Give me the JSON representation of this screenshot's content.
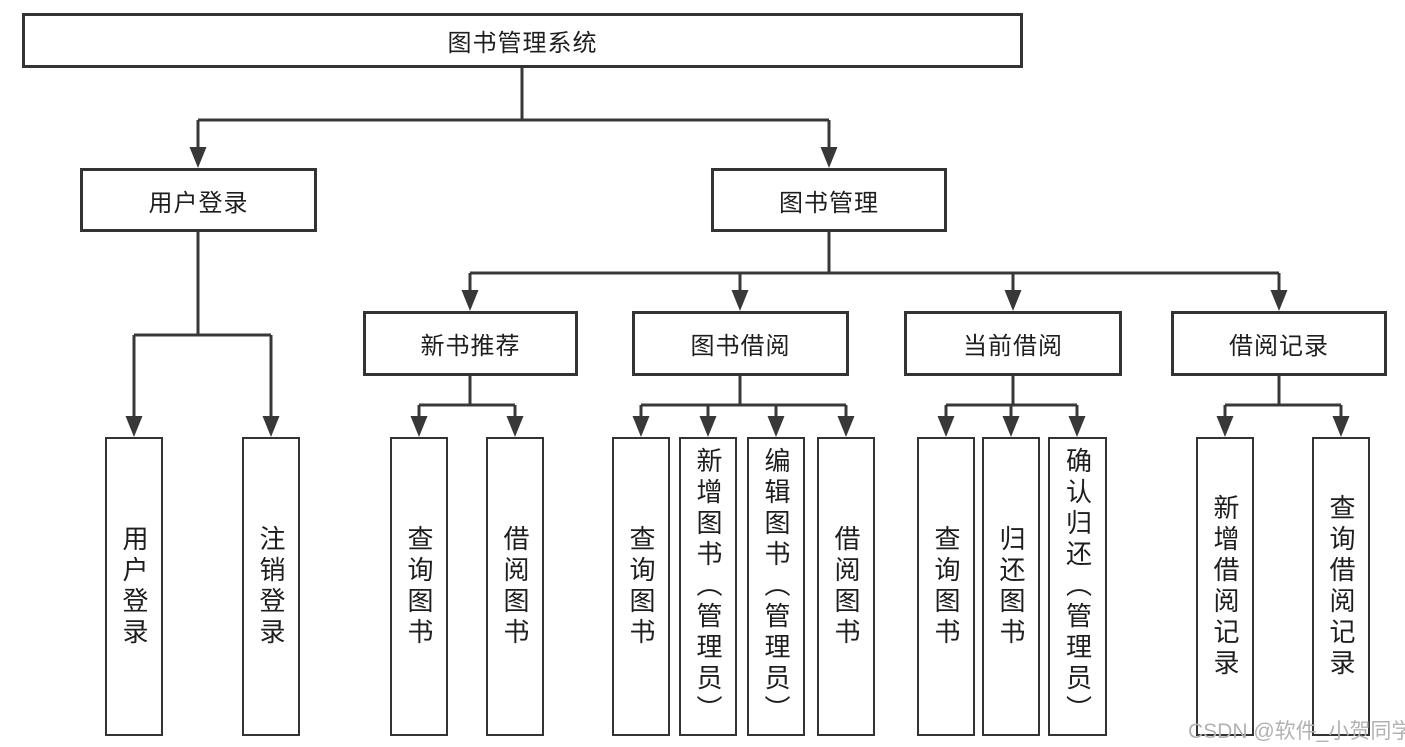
{
  "diagram_type": "function-structure-tree",
  "tree": {
    "label": "图书管理系统",
    "children": [
      {
        "label": "用户登录",
        "children": [
          {
            "label": "用户登录"
          },
          {
            "label": "注销登录"
          }
        ]
      },
      {
        "label": "图书管理",
        "children": [
          {
            "label": "新书推荐",
            "children": [
              {
                "label": "查询图书"
              },
              {
                "label": "借阅图书"
              }
            ]
          },
          {
            "label": "图书借阅",
            "children": [
              {
                "label": "查询图书"
              },
              {
                "label": "新增图书（管理员）"
              },
              {
                "label": "编辑图书（管理员）"
              },
              {
                "label": "借阅图书"
              }
            ]
          },
          {
            "label": "当前借阅",
            "children": [
              {
                "label": "查询图书"
              },
              {
                "label": "归还图书"
              },
              {
                "label": "确认归还（管理员）"
              }
            ]
          },
          {
            "label": "借阅记录",
            "children": [
              {
                "label": "新增借阅记录"
              },
              {
                "label": "查询借阅记录"
              }
            ]
          }
        ]
      }
    ]
  },
  "watermark": {
    "text": "CSDN @软件_小贺同学"
  },
  "colors": {
    "background": "#ffffff",
    "line": "#383838",
    "box_border": "#333333",
    "text": "#1e1e1e",
    "watermark": "#b2b2b2"
  }
}
